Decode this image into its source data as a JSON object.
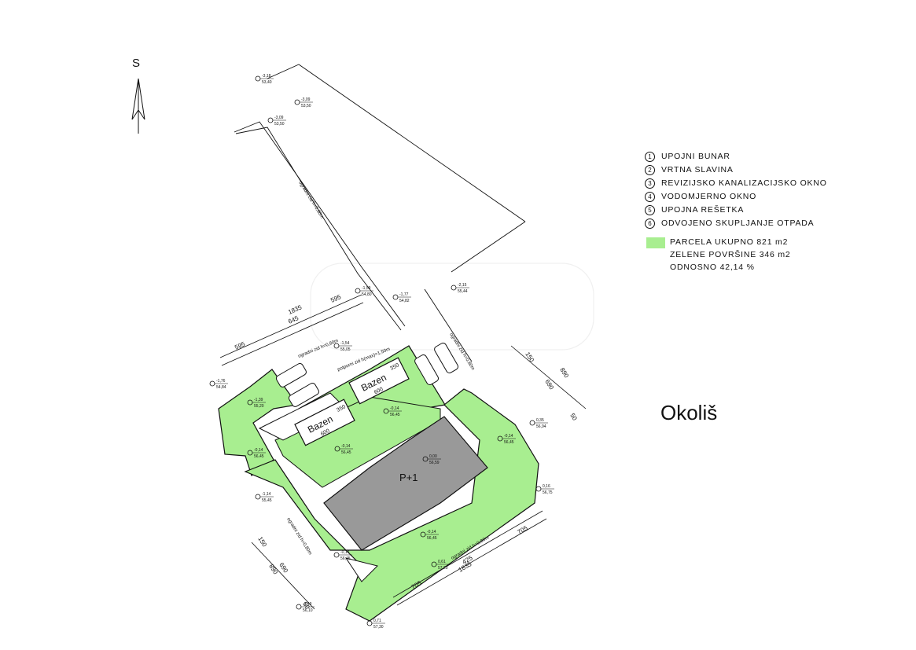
{
  "north_label": "S",
  "title": "Okoliš",
  "legend": [
    {
      "num": "1",
      "label": "UPOJNI BUNAR"
    },
    {
      "num": "2",
      "label": "VRTNA SLAVINA"
    },
    {
      "num": "3",
      "label": "REVIZIJSKO KANALIZACIJSKO OKNO"
    },
    {
      "num": "4",
      "label": "VODOMJERNO OKNO"
    },
    {
      "num": "5",
      "label": "UPOJNA REŠETKA"
    },
    {
      "num": "6",
      "label": "ODVOJENO SKUPLJANJE OTPADA"
    }
  ],
  "stats": {
    "color": "#a8ee90",
    "line1": "PARCELA UKUPNO 821 m2",
    "line2": "ZELENE POVRŠINE 346 m2",
    "line3": "ODNOSNO 42,14 %"
  },
  "building_label": "P+1",
  "pool1": {
    "label": "Bazen",
    "len": "600",
    "wid": "350"
  },
  "pool2": {
    "label": "Bazen",
    "len": "600",
    "wid": "350"
  },
  "colors": {
    "green": "#a8ee90",
    "building": "#999999",
    "line": "#111111"
  },
  "dims": {
    "top_total": "1835",
    "top_a": "595",
    "top_b": "645",
    "top_c": "595",
    "right_total": "890",
    "right_a": "150",
    "right_b": "690",
    "right_c": "50",
    "left_total": "890",
    "left_a": "150",
    "left_b": "690",
    "left_c": "50",
    "bottom_total": "1835",
    "bottom_a": "705",
    "bottom_b": "425",
    "bottom_c": "705"
  },
  "wall_labels": {
    "w1": "ogradni zid h=0,80m",
    "w2": "ogradni zid h=0,80m",
    "w3": "potporni zid h(max)=1,50m",
    "w4": "ogradni zid h=0,80m",
    "w5": "ogradni zid h=0,80m",
    "w6": "ogradni zid h=0,80m"
  },
  "elevations": [
    {
      "top": "-3,18",
      "bot": "53,40"
    },
    {
      "top": "-3,09",
      "bot": "53,50"
    },
    {
      "top": "-3,09",
      "bot": "53,50"
    },
    {
      "top": "-1,59",
      "bot": "54,80"
    },
    {
      "top": "-1,77",
      "bot": "54,82"
    },
    {
      "top": "-2,15",
      "bot": "55,44"
    },
    {
      "top": "-1,54",
      "bot": "55,05"
    },
    {
      "top": "-1,76",
      "bot": "54,84"
    },
    {
      "top": "-1,39",
      "bot": "55,20"
    },
    {
      "top": "-0,14",
      "bot": "56,45"
    },
    {
      "top": "-0,14",
      "bot": "56,45"
    },
    {
      "top": "-0,14",
      "bot": "56,45"
    },
    {
      "top": "0,35",
      "bot": "56,94"
    },
    {
      "top": "-0,14",
      "bot": "56,45"
    },
    {
      "top": "0,00",
      "bot": "56,59"
    },
    {
      "top": "-1,14",
      "bot": "55,45"
    },
    {
      "top": "0,16",
      "bot": "56,75"
    },
    {
      "top": "-0,14",
      "bot": "56,45"
    },
    {
      "top": "-0,14",
      "bot": "56,45"
    },
    {
      "top": "0,61",
      "bot": "57,20"
    },
    {
      "top": "-0,49",
      "bot": "56,10"
    },
    {
      "top": "0,71",
      "bot": "57,30"
    }
  ]
}
